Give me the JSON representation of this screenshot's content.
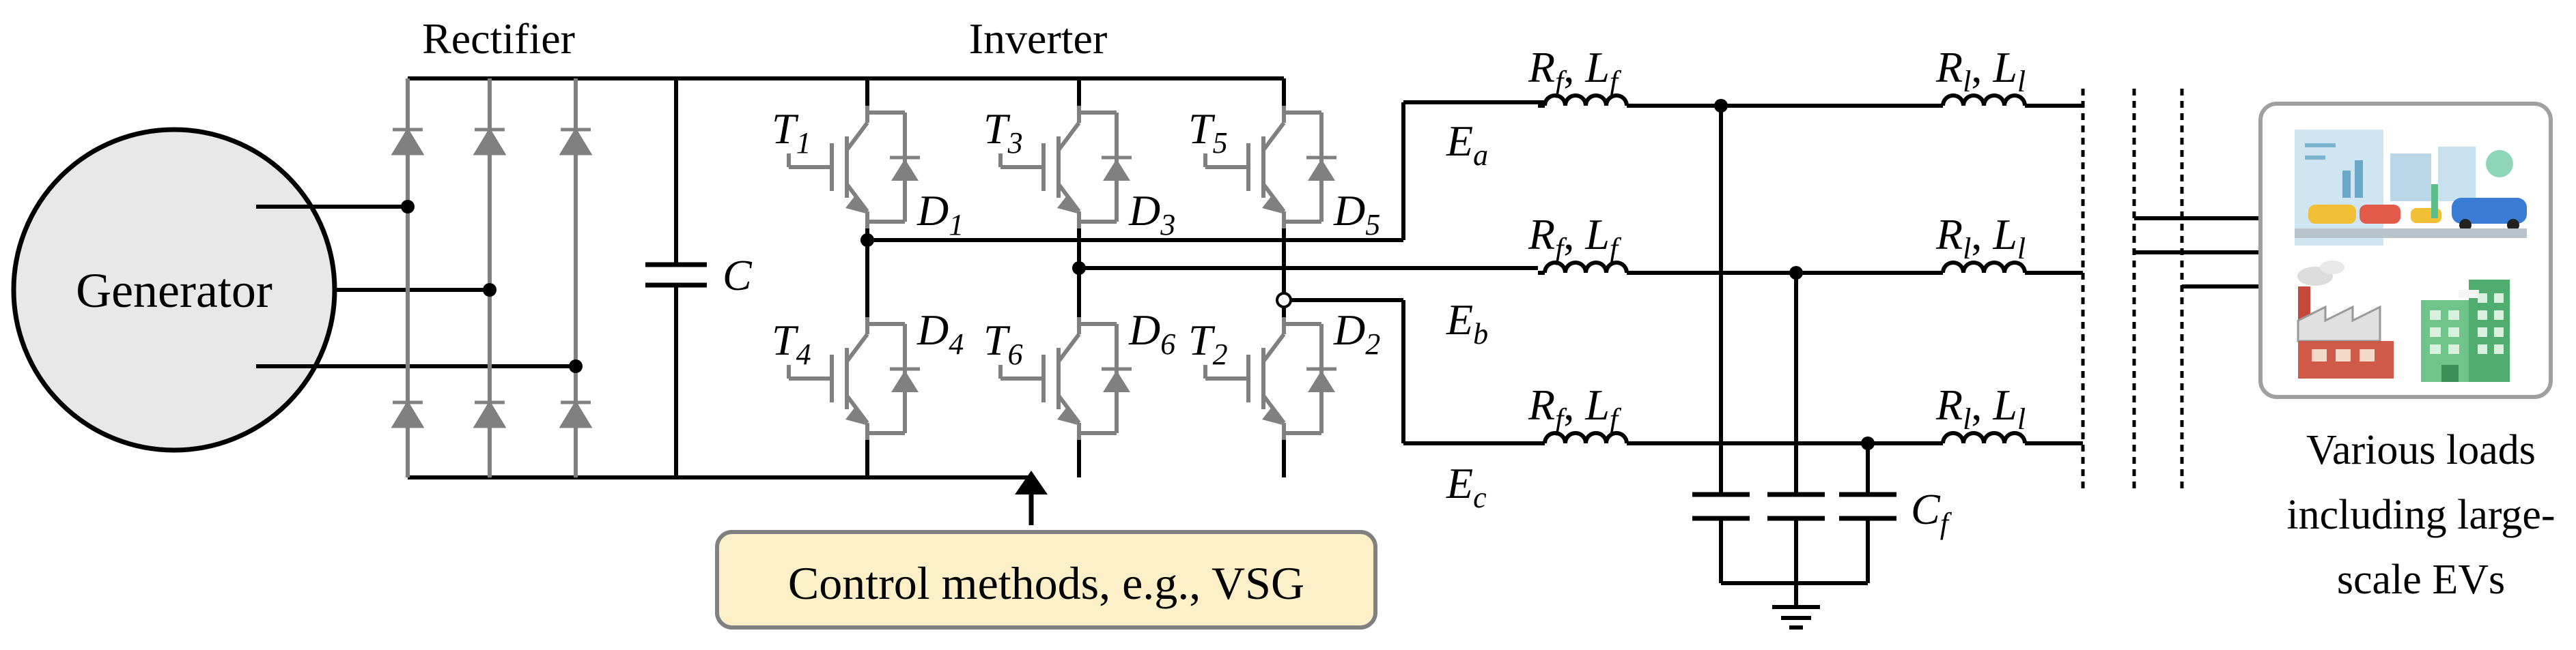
{
  "labels": {
    "generator": "Generator",
    "rectifier": "Rectifier",
    "inverter": "Inverter",
    "capacitor": "C",
    "control_box": "Control methods, e.g., VSG",
    "loads_line1": "Various loads",
    "loads_line2": "including large-",
    "loads_line3": "scale EVs"
  },
  "transistors": [
    {
      "t": "T",
      "ts": "1",
      "d": "D",
      "ds": "1"
    },
    {
      "t": "T",
      "ts": "3",
      "d": "D",
      "ds": "3"
    },
    {
      "t": "T",
      "ts": "5",
      "d": "D",
      "ds": "5"
    },
    {
      "t": "T",
      "ts": "4",
      "d": "D",
      "ds": "4"
    },
    {
      "t": "T",
      "ts": "6",
      "d": "D",
      "ds": "6"
    },
    {
      "t": "T",
      "ts": "2",
      "d": "D",
      "ds": "2"
    }
  ],
  "phases": [
    {
      "e": "E",
      "es": "a"
    },
    {
      "e": "E",
      "es": "b"
    },
    {
      "e": "E",
      "es": "c"
    }
  ],
  "filter_label": {
    "r": "R",
    "rs": "f",
    "sep": ", ",
    "l": "L",
    "ls": "f"
  },
  "line_label": {
    "r": "R",
    "rs": "l",
    "sep": ", ",
    "l": "L",
    "ls": "l"
  },
  "filter_cap": {
    "c": "C",
    "cs": "f"
  },
  "colors": {
    "wire": "#000000",
    "device": "#808080",
    "generator_fill": "#e8e8e8",
    "control_fill": "#fdf0c8",
    "control_border": "#808080",
    "loads_border": "#a0a0a0"
  }
}
